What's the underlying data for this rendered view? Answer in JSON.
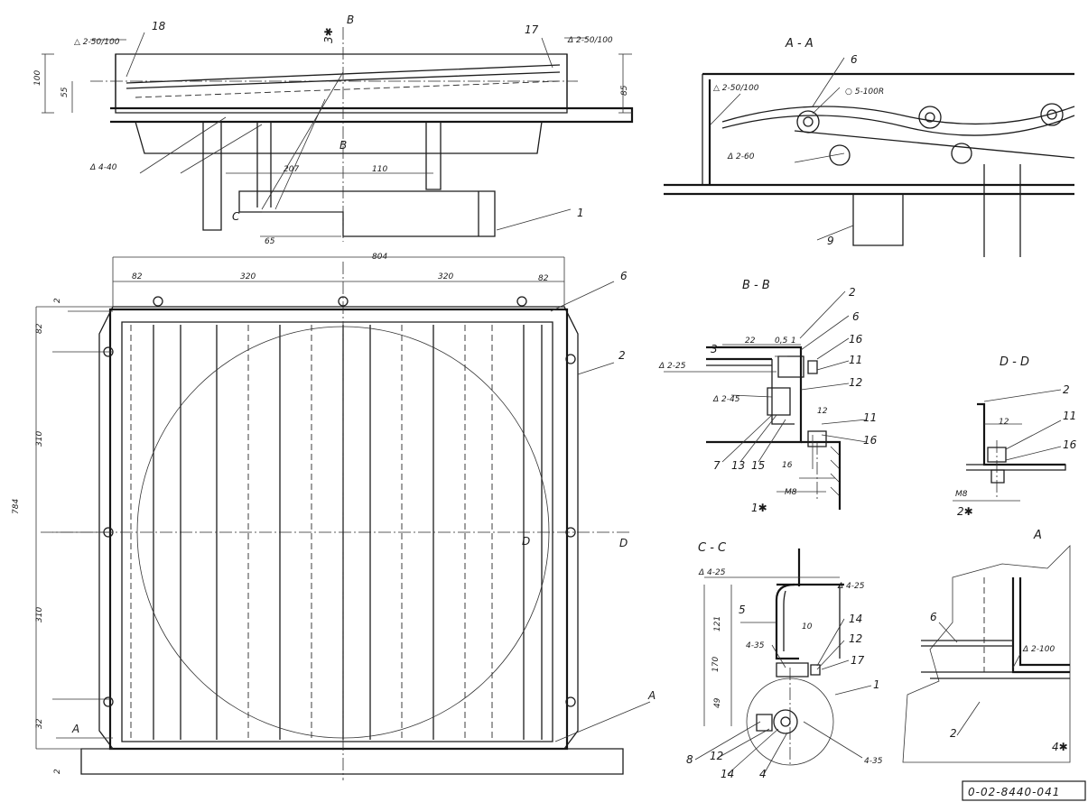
{
  "doc_number": "0-02-8440-041",
  "sections": {
    "aa": "A - A",
    "bb": "B - B",
    "cc": "C - C",
    "dd": "D - D",
    "a_view": "A"
  },
  "section_marks": {
    "b_upper": "B",
    "b_lower": "B",
    "c": "C",
    "d_left": "D",
    "d_right": "D",
    "a_top": "A",
    "a_detail": "A"
  },
  "notes": {
    "star3": "3✱",
    "star1": "1✱",
    "star2": "2✱",
    "star4": "4✱"
  },
  "welds": {
    "top_left": "△ 2-50/100",
    "top_right": "Δ 2-50/100",
    "top_4_40": "Δ 4-40",
    "aa_2_50": "△ 2-50/100",
    "aa_5_100r": "○ 5-100R",
    "aa_2_60": "Δ 2-60",
    "bb_2_25": "Δ 2-25",
    "bb_2_45": "Δ 2-45",
    "cc_4_25_left": "Δ 4-25",
    "cc_4_25_right": "Δ 4-25",
    "cc_4_35_left": "4-35",
    "cc_4_35_right": "4-35",
    "a_2_100": "Δ 2-100"
  },
  "dims": {
    "top_100": "100",
    "top_55": "55",
    "top_85": "85",
    "top_207": "207",
    "top_110": "110",
    "top_65": "65",
    "front_804": "804",
    "front_82a": "82",
    "front_320a": "320",
    "front_320b": "320",
    "front_82b": "82",
    "front_2a": "2",
    "front_82v": "82",
    "front_310a": "310",
    "front_784": "784",
    "front_310b": "310",
    "front_32": "32",
    "front_2b": "2",
    "bb_22": "22",
    "bb_05": "0,5",
    "bb_1": "1",
    "bb_12": "12",
    "bb_16": "16",
    "bb_m8": "M8",
    "dd_12": "12",
    "dd_m8": "M8",
    "cc_121": "121",
    "cc_170": "170",
    "cc_49": "49",
    "cc_10": "10"
  },
  "parts": {
    "p18": "18",
    "p17_top": "17",
    "p1_top": "1",
    "p6_front": "6",
    "p2_front": "2",
    "p6_aa": "6",
    "p9_aa": "9",
    "bb_2": "2",
    "bb_6": "6",
    "bb_3": "3",
    "bb_16a": "16",
    "bb_11a": "11",
    "bb_12": "12",
    "bb_11b": "11",
    "bb_16b": "16",
    "bb_7": "7",
    "bb_13": "13",
    "bb_15": "15",
    "dd_2": "2",
    "dd_11": "11",
    "dd_16": "16",
    "cc_5": "5",
    "cc_14a": "14",
    "cc_12a": "12",
    "cc_17": "17",
    "cc_1": "1",
    "cc_8": "8",
    "cc_12b": "12",
    "cc_14b": "14",
    "cc_4": "4",
    "a_6": "6",
    "a_2": "2"
  }
}
